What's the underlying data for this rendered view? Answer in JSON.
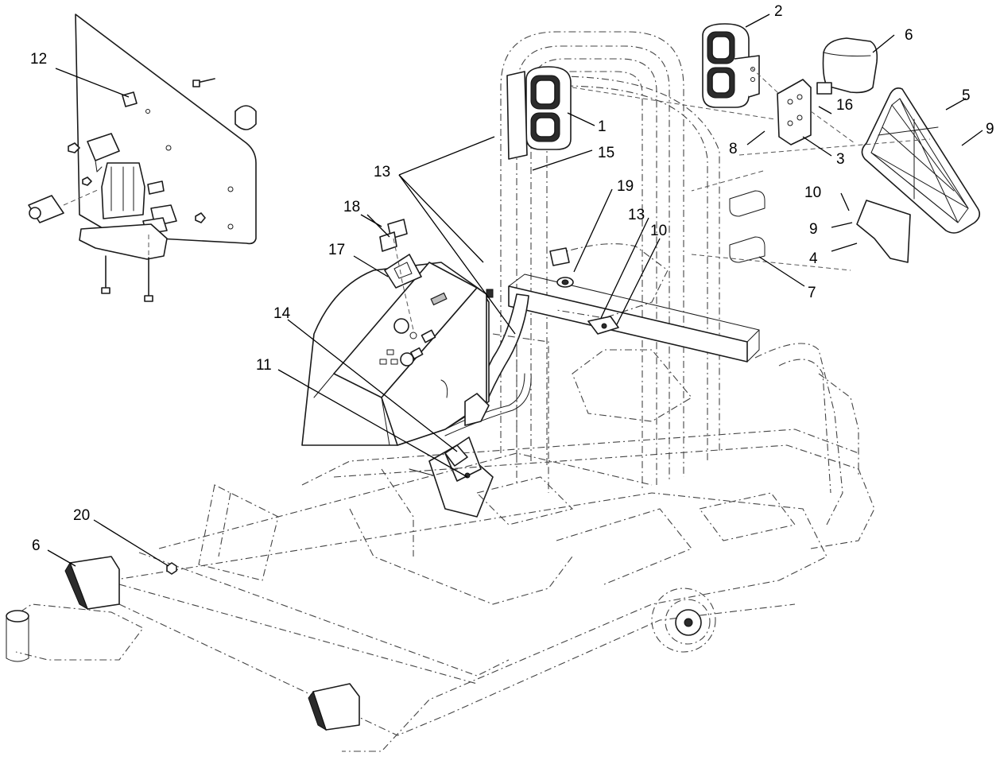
{
  "callouts": {
    "c1": "1",
    "c2": "2",
    "c3": "3",
    "c4": "4",
    "c5": "5",
    "c6a": "6",
    "c6b": "6",
    "c7": "7",
    "c8": "8",
    "c9a": "9",
    "c9b": "9",
    "c10a": "10",
    "c10b": "10",
    "c11": "11",
    "c12": "12",
    "c13a": "13",
    "c13b": "13",
    "c14": "14",
    "c15": "15",
    "c16": "16",
    "c17": "17",
    "c18": "18",
    "c19": "19",
    "c20": "20"
  }
}
